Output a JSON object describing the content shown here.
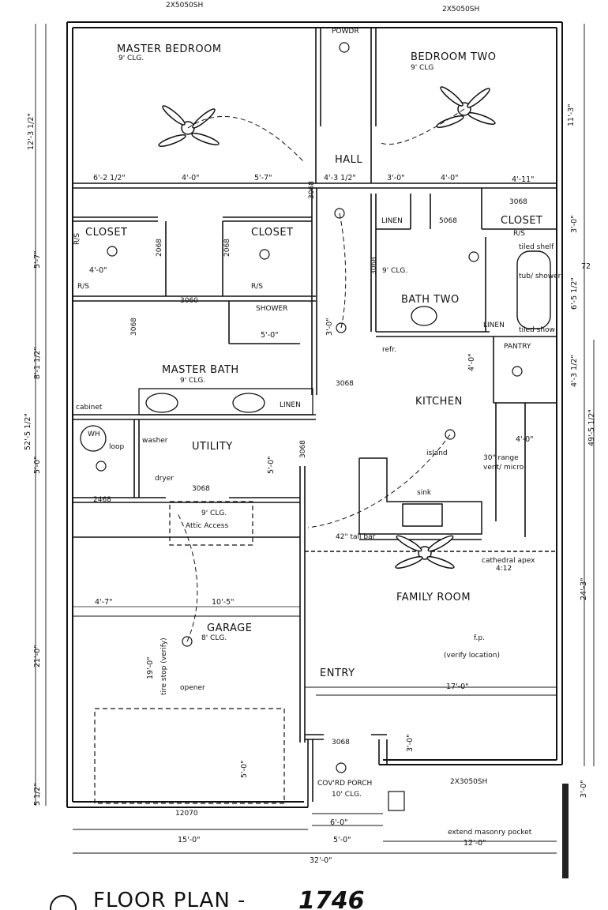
{
  "title": {
    "label": "FLOOR PLAN -",
    "number": "1746"
  },
  "rooms": {
    "master_bedroom": "MASTER BEDROOM",
    "bedroom_two": "BEDROOM TWO",
    "hall": "HALL",
    "closet_left": "CLOSET",
    "closet_mid": "CLOSET",
    "closet_right": "CLOSET",
    "linen_top": "LINEN",
    "bath_two": "BATH TWO",
    "shower": "SHOWER",
    "master_bath": "MASTER BATH",
    "pantry": "PANTRY",
    "kitchen": "KITCHEN",
    "utility": "UTILITY",
    "family_room": "FAMILY ROOM",
    "garage": "GARAGE",
    "entry": "ENTRY",
    "covrd_porch": "COV'RD PORCH",
    "linen_bath": "LINEN",
    "linen_master": "LINEN"
  },
  "notes": {
    "ceil_9_mb": "9' CLG.",
    "ceil_9_b2": "9' CLG",
    "ceil_9_hall": "9' CLG.",
    "ceil_9_mbath": "9' CLG.",
    "ceil_9_attic": "9' CLG.",
    "ceil_8_garage": "8' CLG.",
    "ceil_10_porch": "10' CLG.",
    "attic": "Attic Access",
    "cathedral": "cathedral apex",
    "pitch": "4:12",
    "tall_bar": "42\" tall bar",
    "island": "island",
    "sink": "sink",
    "range": "30\" range",
    "vent": "vent/ micro",
    "fp": "f.p.",
    "verify": "(verify location)",
    "opener": "opener",
    "tire_stop": "tire stop (verify)",
    "washer": "washer",
    "dryer": "dryer",
    "wh": "WH",
    "loop": "loop",
    "cabinet": "cabinet",
    "refr": "refr.",
    "tub": "tub/ shower",
    "tiled_shelf": "tiled shelf",
    "tiled_show": "tiled show",
    "masonry": "extend masonry pocket",
    "rs1": "R/S",
    "rs2": "R/S",
    "rs3": "R/S",
    "rs4": "R/S",
    "window_top_left": "2X5050SH",
    "window_top_right": "2X5050SH",
    "window_bottom": "2X3050SH",
    "door_3068_a": "3068",
    "door_3068_b": "3068",
    "door_3068_c": "3068",
    "door_3068_d": "3068",
    "door_3068_e": "3068",
    "door_3068_f": "3068",
    "door_3068_g": "3068",
    "door_5068": "5068",
    "door_3068_h": "3068",
    "door_2068_a": "2068",
    "door_2068_b": "2068",
    "door_2468": "2468",
    "door_3060": "3060",
    "door_12070": "12070",
    "powder": "POWDR"
  },
  "dimensions": {
    "d_6_2": "6'-2 1/2\"",
    "d_4_0a": "4'-0\"",
    "d_5_7": "5'-7\"",
    "d_4_3": "4'-3 1/2\"",
    "d_3_0a": "3'-0\"",
    "d_4_0b": "4'-0\"",
    "d_4_11": "4'-11\"",
    "d_4_0c": "4'-0\"",
    "d_5_0_shower": "5'-0\"",
    "d_3_0_shower": "3'-0\"",
    "d_4_0_kitchen": "4'-0\"",
    "d_4_0_pantry": "4'-0\"",
    "d_5_0_util": "5'-0\"",
    "d_4_7": "4'-7\"",
    "d_10_5": "10'-5\"",
    "d_17_0": "17'-0\"",
    "d_19_0": "19'-0\"",
    "d_5_0_garage": "5'-0\"",
    "d_3_0_entry": "3'-0\"",
    "d_6_0": "6'-0\"",
    "d_5_0_porch": "5'-0\"",
    "d_15_0": "15'-0\"",
    "d_12_0": "12'-0\"",
    "d_32_0": "32'-0\"",
    "left_12_3": "12'-3 1/2\"",
    "left_5_7": "5'-7\"",
    "left_8_1": "8'-1 1/2\"",
    "left_5_0": "5'-0\"",
    "left_21_0": "21'-0\"",
    "left_5_12": "5 1/2\"",
    "left_52": "52'-5 1/2\"",
    "right_11": "11'-3\"",
    "right_3_0": "3'-0\"",
    "right_6_5": "6'-5 1/2\"",
    "right_4_3": "4'-3 1/2\"",
    "right_49": "49'-5 1/2\"",
    "right_24_3": "24'-3\"",
    "right_3_0b": "3'-0\"",
    "right_72": "72"
  }
}
